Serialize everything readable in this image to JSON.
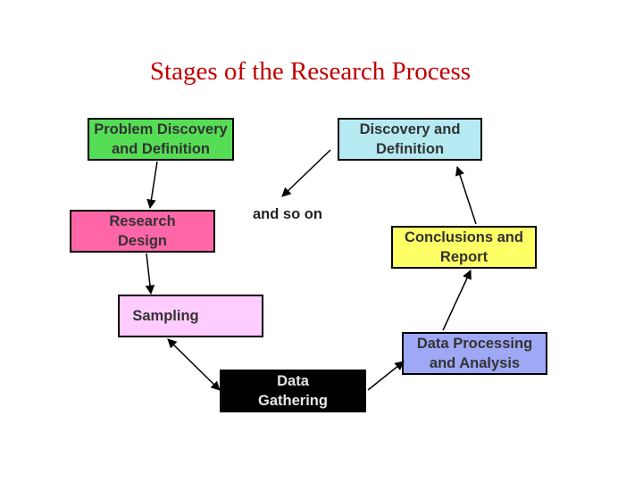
{
  "title": "Stages of the Research Process",
  "stages": {
    "problem_discovery": "Problem Discovery\nand Definition",
    "discovery_definition": "Discovery and\nDefinition",
    "research_design": "Research\nDesign",
    "conclusions_report": "Conclusions and\nReport",
    "sampling": "Sampling",
    "data_processing": "Data Processing\nand Analysis",
    "data_gathering": "Data\nGathering"
  },
  "continuation_label": "and so on",
  "colors": {
    "title": "#c00000",
    "problem_discovery": "#55dd55",
    "discovery_definition": "#b6eaf2",
    "research_design": "#ff66a8",
    "conclusions_report": "#ffff66",
    "sampling": "#ffccff",
    "data_processing": "#9fa8f5",
    "data_gathering": "#000000"
  }
}
